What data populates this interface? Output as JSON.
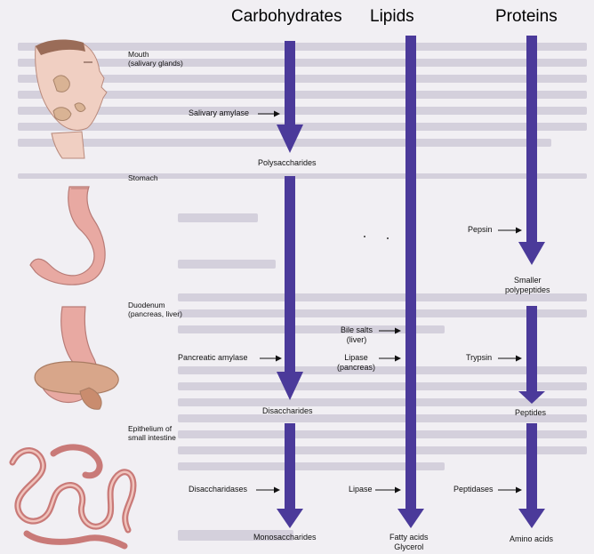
{
  "headers": {
    "carbohydrates": "Carbohydrates",
    "lipids": "Lipids",
    "proteins": "Proteins"
  },
  "organs": {
    "mouth": "Mouth\n(salivary glands)",
    "stomach": "Stomach",
    "duodenum": "Duodenum\n(pancreas, liver)",
    "epithelium": "Epithelium of\nsmall intestine"
  },
  "carbohydrates": {
    "enzyme_salivary": "Salivary amylase",
    "product_1": "Polysaccharides",
    "enzyme_pancreatic": "Pancreatic amylase",
    "product_2": "Disaccharides",
    "enzyme_disaccharidases": "Disaccharidases",
    "product_3": "Monosaccharides"
  },
  "lipids": {
    "bile": "Bile salts\n(liver)",
    "lipase_pancreas": "Lipase\n(pancreas)",
    "lipase": "Lipase",
    "product": "Fatty acids\nGlycerol"
  },
  "proteins": {
    "pepsin": "Pepsin",
    "product_1": "Smaller\npolypeptides",
    "trypsin": "Trypsin",
    "product_2": "Peptides",
    "peptidases": "Peptidases",
    "product_3": "Amino acids"
  },
  "colors": {
    "arrow": "#4b3a9a",
    "organ_pink": "#e8a9a2",
    "organ_dark": "#c97a78",
    "background": "#f1eff3"
  }
}
